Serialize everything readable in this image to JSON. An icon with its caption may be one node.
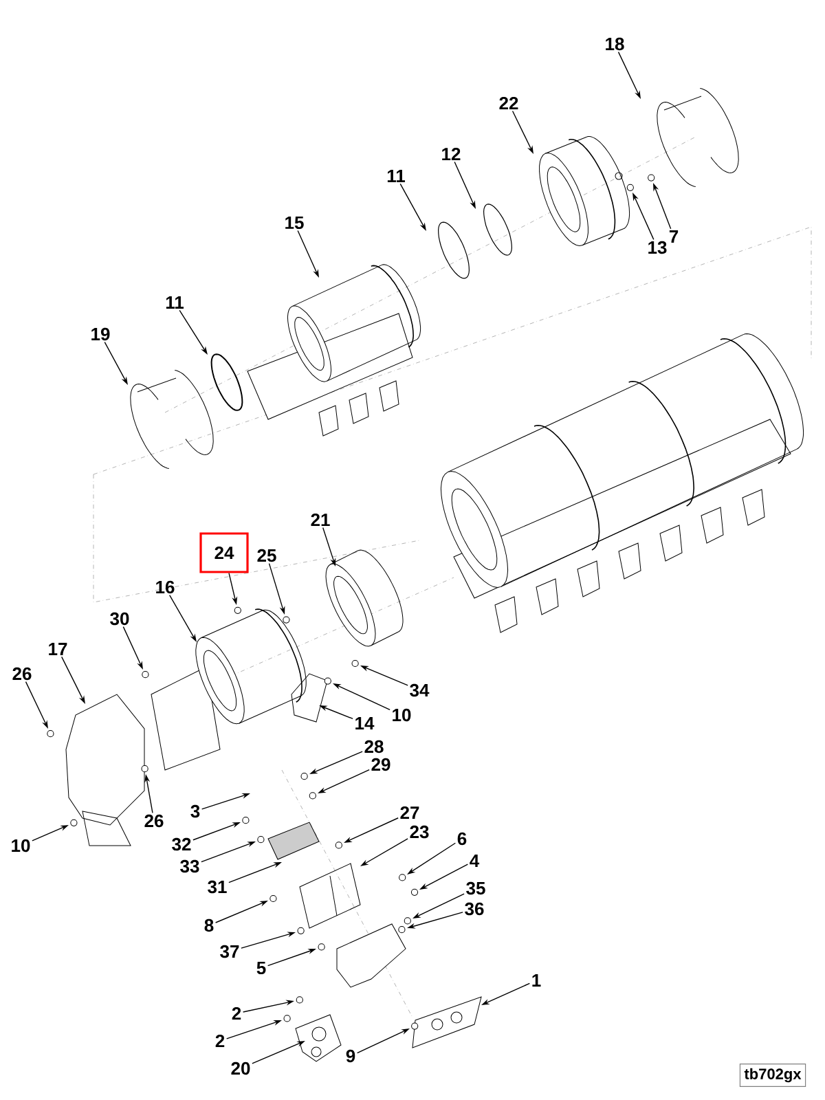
{
  "diagram": {
    "nodes": [
      {
        "text": [
          "18"
        ]
      },
      {
        "text": [
          "22"
        ]
      },
      {
        "text": [
          "11"
        ]
      },
      {
        "text": [
          "12"
        ]
      },
      {
        "text": [
          "13"
        ]
      },
      {
        "text": [
          "7"
        ]
      },
      {
        "text": [
          "15"
        ]
      },
      {
        "text": [
          "11"
        ]
      },
      {
        "text": [
          "19"
        ]
      },
      {
        "text": [
          "21"
        ]
      },
      {
        "text": [
          "24"
        ]
      },
      {
        "text": [
          "25"
        ]
      },
      {
        "text": [
          "16"
        ]
      },
      {
        "text": [
          "30"
        ]
      },
      {
        "text": [
          "17"
        ]
      },
      {
        "text": [
          "26"
        ]
      },
      {
        "text": [
          "34"
        ]
      },
      {
        "text": [
          "10"
        ]
      },
      {
        "text": [
          "14"
        ]
      },
      {
        "text": [
          "28"
        ]
      },
      {
        "text": [
          "29"
        ]
      },
      {
        "text": [
          "3"
        ]
      },
      {
        "text": [
          "26"
        ]
      },
      {
        "text": [
          "10"
        ]
      },
      {
        "text": [
          "32"
        ]
      },
      {
        "text": [
          "27"
        ]
      },
      {
        "text": [
          "33"
        ]
      },
      {
        "text": [
          "23"
        ]
      },
      {
        "text": [
          "6"
        ]
      },
      {
        "text": [
          "31"
        ]
      },
      {
        "text": [
          "4"
        ]
      },
      {
        "text": [
          "35"
        ]
      },
      {
        "text": [
          "36"
        ]
      },
      {
        "text": [
          "8"
        ]
      },
      {
        "text": [
          "37"
        ]
      },
      {
        "text": [
          "5"
        ]
      },
      {
        "text": [
          "2"
        ]
      },
      {
        "text": [
          "2"
        ]
      },
      {
        "text": [
          "1"
        ]
      },
      {
        "text": [
          "9"
        ]
      },
      {
        "text": [
          "20"
        ]
      }
    ],
    "edges": [
      {
        "from": 0,
        "to": null,
        "arrow": "to"
      },
      {
        "from": 1,
        "to": null,
        "arrow": "to"
      },
      {
        "from": 2,
        "to": null,
        "arrow": "to"
      },
      {
        "from": 3,
        "to": null,
        "arrow": "to"
      },
      {
        "from": 4,
        "to": null,
        "arrow": "to"
      },
      {
        "from": 5,
        "to": null,
        "arrow": "to"
      },
      {
        "from": 6,
        "to": null,
        "arrow": "to"
      },
      {
        "from": 7,
        "to": null,
        "arrow": "to"
      },
      {
        "from": 8,
        "to": null,
        "arrow": "to"
      },
      {
        "from": 9,
        "to": null,
        "arrow": "to"
      },
      {
        "from": 10,
        "to": null,
        "arrow": "to"
      },
      {
        "from": 11,
        "to": null,
        "arrow": "to"
      },
      {
        "from": 12,
        "to": null,
        "arrow": "to"
      },
      {
        "from": 13,
        "to": null,
        "arrow": "to"
      },
      {
        "from": 14,
        "to": null,
        "arrow": "to"
      },
      {
        "from": 15,
        "to": null,
        "arrow": "to"
      },
      {
        "from": 16,
        "to": null,
        "arrow": "to"
      },
      {
        "from": 17,
        "to": null,
        "arrow": "to"
      },
      {
        "from": 18,
        "to": null,
        "arrow": "to"
      },
      {
        "from": 19,
        "to": null,
        "arrow": "to"
      },
      {
        "from": 20,
        "to": null,
        "arrow": "to"
      },
      {
        "from": 21,
        "to": null,
        "arrow": "to"
      },
      {
        "from": 22,
        "to": null,
        "arrow": "to"
      },
      {
        "from": 23,
        "to": null,
        "arrow": "to"
      },
      {
        "from": 24,
        "to": null,
        "arrow": "to"
      },
      {
        "from": 25,
        "to": null,
        "arrow": "to"
      },
      {
        "from": 26,
        "to": null,
        "arrow": "to"
      },
      {
        "from": 27,
        "to": null,
        "arrow": "to"
      },
      {
        "from": 28,
        "to": null,
        "arrow": "to"
      },
      {
        "from": 29,
        "to": null,
        "arrow": "to"
      },
      {
        "from": 30,
        "to": null,
        "arrow": "to"
      },
      {
        "from": 31,
        "to": null,
        "arrow": "to"
      },
      {
        "from": 32,
        "to": null,
        "arrow": "to"
      },
      {
        "from": 33,
        "to": null,
        "arrow": "to"
      },
      {
        "from": 34,
        "to": null,
        "arrow": "to"
      },
      {
        "from": 35,
        "to": null,
        "arrow": "to"
      },
      {
        "from": 36,
        "to": null,
        "arrow": "to"
      },
      {
        "from": 37,
        "to": null,
        "arrow": "to"
      },
      {
        "from": 38,
        "to": null,
        "arrow": "to"
      },
      {
        "from": 39,
        "to": null,
        "arrow": "to"
      },
      {
        "from": 40,
        "to": null,
        "arrow": "to"
      }
    ],
    "labels": [
      "tb702gx"
    ]
  }
}
